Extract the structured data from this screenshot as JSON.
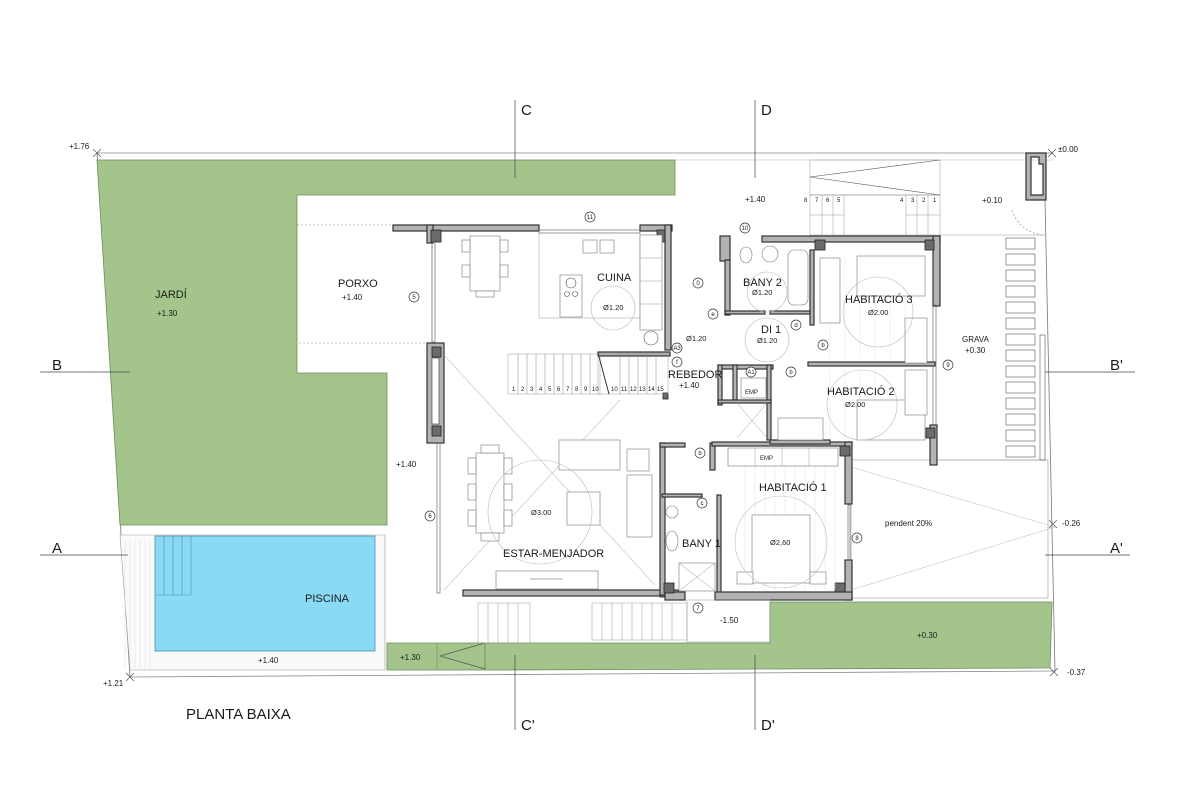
{
  "drawing": {
    "title": "PLANTA BAIXA",
    "colors": {
      "garden": "#a3c58c",
      "pool": "#8adaf5",
      "wall": "#b3b3b3",
      "column": "#6b6b6b",
      "line": "#333333"
    }
  },
  "sections": {
    "A": "A",
    "A_prime": "A'",
    "B": "B",
    "B_prime": "B'",
    "C": "C",
    "C_prime": "C'",
    "D": "D",
    "D_prime": "D'"
  },
  "rooms": {
    "jardi": {
      "name": "JARDÍ",
      "level": "+1.30"
    },
    "porxo": {
      "name": "PORXO",
      "level": "+1.40"
    },
    "cuina": {
      "name": "CUINA",
      "dim": "Ø1.20"
    },
    "rebedor": {
      "name": "REBEDOR",
      "level": "+1.40",
      "dim": "Ø1.20"
    },
    "bany2": {
      "name": "BANY 2",
      "dim": "Ø1.20"
    },
    "di1": {
      "name": "DI 1",
      "dim": "Ø1.20"
    },
    "habitacio3": {
      "name": "HABITACIÓ 3",
      "dim": "Ø2.00"
    },
    "habitacio2": {
      "name": "HABITACIÓ 2",
      "dim": "Ø2.00"
    },
    "habitacio1": {
      "name": "HABITACIÓ 1",
      "dim": "Ø2,60"
    },
    "bany1": {
      "name": "BANY 1"
    },
    "estar": {
      "name": "ESTAR-MENJADOR",
      "dim": "Ø3.00"
    },
    "grava": {
      "name": "GRAVA",
      "level": "+0.30"
    },
    "piscina": {
      "name": "PISCINA"
    },
    "emp1": {
      "name": "EMP"
    },
    "emp2": {
      "name": "EMP"
    },
    "rampa": {
      "name": "pendent 20%"
    }
  },
  "levels": {
    "corner_nw": "+1.76",
    "corner_ne": "±0.00",
    "corner_sw": "+1.21",
    "corner_se": "-0.37",
    "entry_path": "+1.40",
    "side_entry": "+0.10",
    "west_terrace": "+1.40",
    "ramp_end": "-0.26",
    "pool_deck": "+1.40",
    "south_garden_w": "+1.30",
    "south_garden_e": "+0.30",
    "south_patio": "-1.50"
  },
  "tags": {
    "t0": "0",
    "t5": "5",
    "t6": "6",
    "t7": "7",
    "t8": "8",
    "t9": "9",
    "t10": "10",
    "t11": "11",
    "ta1": "A1",
    "ta3": "A3",
    "tb1": "b",
    "tb2": "b",
    "tb3": "b",
    "tc": "c",
    "td": "d",
    "te": "e",
    "tf": "f"
  },
  "stairs": {
    "main_steps": [
      "1",
      "2",
      "3",
      "4",
      "5",
      "6",
      "7",
      "8",
      "9",
      "10",
      "10",
      "11",
      "12",
      "13",
      "14",
      "15"
    ],
    "ext_steps_left": [
      "8",
      "7",
      "6",
      "5"
    ],
    "ext_steps_right": [
      "4",
      "3",
      "2",
      "1"
    ]
  }
}
